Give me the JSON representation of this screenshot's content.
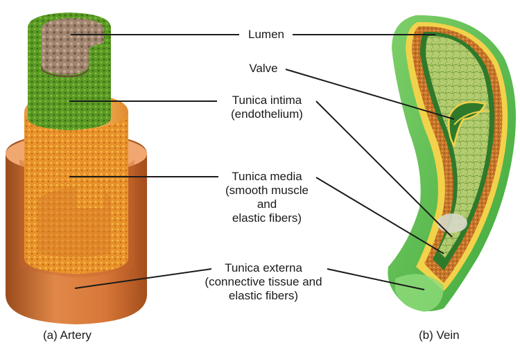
{
  "labels": {
    "lumen": [
      "Lumen"
    ],
    "valve": [
      "Valve"
    ],
    "intima": [
      "Tunica intima",
      "(endothelium)"
    ],
    "media": [
      "Tunica media",
      "(smooth muscle",
      "and",
      "elastic fibers)"
    ],
    "externa": [
      "Tunica externa",
      "(connective tissue and",
      "elastic fibers)"
    ]
  },
  "captions": {
    "artery": "(a) Artery",
    "vein": "(b) Vein"
  },
  "colors": {
    "lumen": "#9a7b66",
    "intima": "#4f8a1f",
    "media": "#e8922a",
    "externa": "#c8642a",
    "vein_outer": "#5cbf4a",
    "vein_inner": "#a8c86a",
    "valve": "#f0e050"
  }
}
